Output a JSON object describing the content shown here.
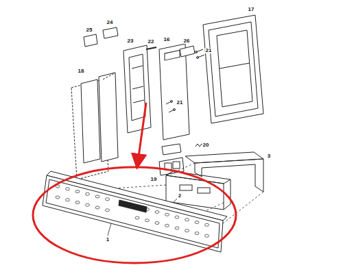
{
  "diagram": {
    "labels": [
      "25",
      "24",
      "23",
      "22",
      "16",
      "26",
      "17",
      "21",
      "18",
      "21",
      "20",
      "19",
      "3",
      "2",
      "1"
    ]
  }
}
